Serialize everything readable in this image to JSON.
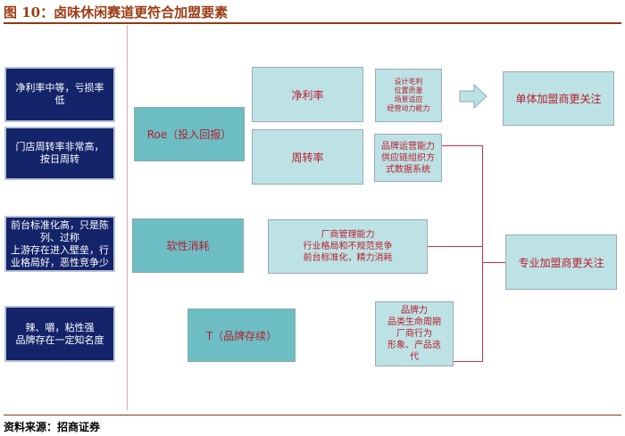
{
  "title": "图 10：卤味休闲赛道更符合加盟要素",
  "source": "资料来源：招商证券",
  "left_boxes": [
    "净利率中等，亏损率\n低",
    "门店周转率非常高，\n按日周转",
    "前台标准化高，只是陈\n列、过称\n上游存在进入壁垒，行\n业格局好，恶性竞争少",
    "辣、嚼，粘性强\n品牌存在一定知名度"
  ],
  "factors": {
    "roe": "Roe（投入回报）",
    "soft": "软性消耗",
    "brand": "T（品牌存续）"
  },
  "sub": {
    "net_margin": "净利率",
    "turnover": "周转率"
  },
  "details": {
    "net_margin": "设计毛利\n位置质量\n场景适应\n经营动力能力",
    "turnover": "品牌运营能力\n供应链组织方\n式数据系统",
    "soft": "厂商管理能力\n行业格局和不规范竞争\n前台标准化，精力消耗",
    "brand": "品牌力\n品类生命周期\n厂商行为\n形象、产品迭\n代"
  },
  "outcomes": {
    "single": "单体加盟商更关注",
    "pro": "专业加盟商更关注"
  }
}
